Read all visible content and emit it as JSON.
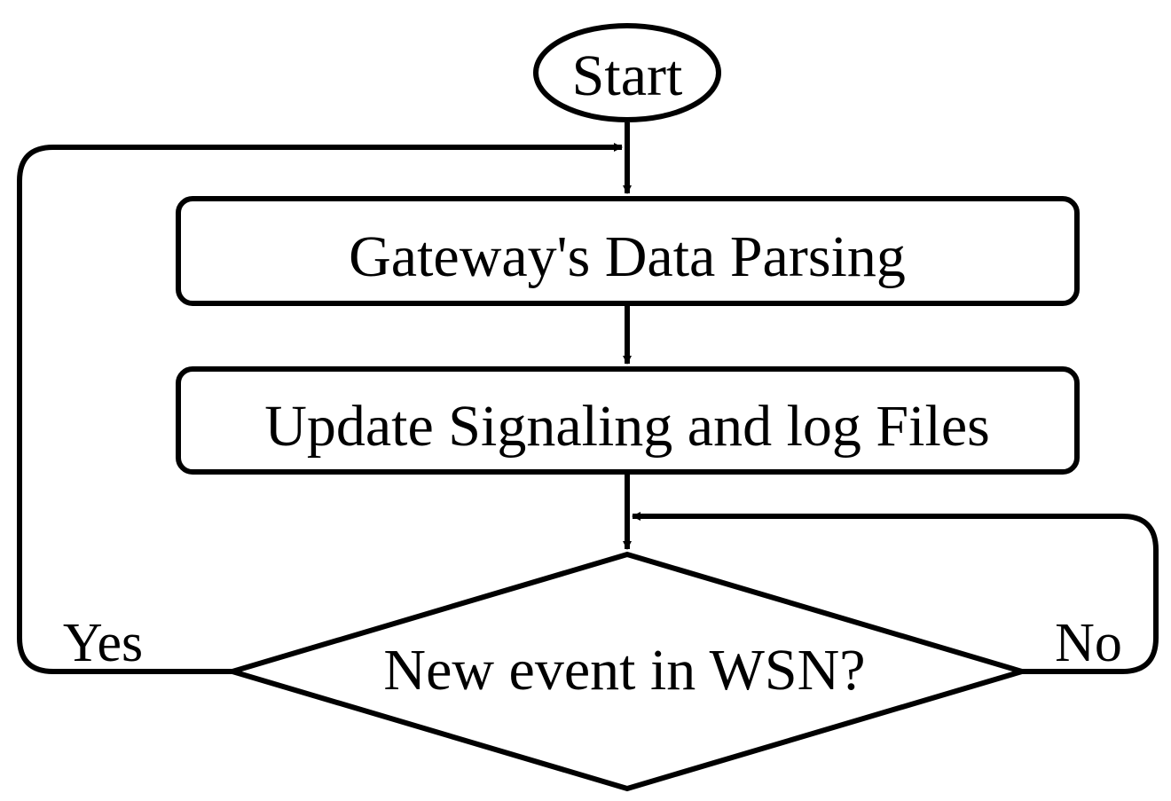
{
  "diagram": {
    "type": "flowchart",
    "nodes": {
      "start": {
        "shape": "ellipse",
        "label": "Start"
      },
      "parse": {
        "shape": "rounded-rectangle",
        "label": "Gateway's Data Parsing"
      },
      "update": {
        "shape": "rounded-rectangle",
        "label": "Update Signaling and log Files"
      },
      "decision": {
        "shape": "diamond",
        "label": "New event in WSN?"
      }
    },
    "branches": {
      "yes": {
        "label": "Yes",
        "target": "parse"
      },
      "no": {
        "label": "No",
        "target": "decision"
      }
    },
    "edges": [
      {
        "from": "start",
        "to": "parse"
      },
      {
        "from": "parse",
        "to": "update"
      },
      {
        "from": "update",
        "to": "decision"
      },
      {
        "from": "decision",
        "to": "parse",
        "label": "Yes"
      },
      {
        "from": "decision",
        "to": "decision",
        "label": "No"
      }
    ],
    "colors": {
      "stroke": "#000000",
      "fill": "#ffffff",
      "text": "#000000"
    }
  }
}
